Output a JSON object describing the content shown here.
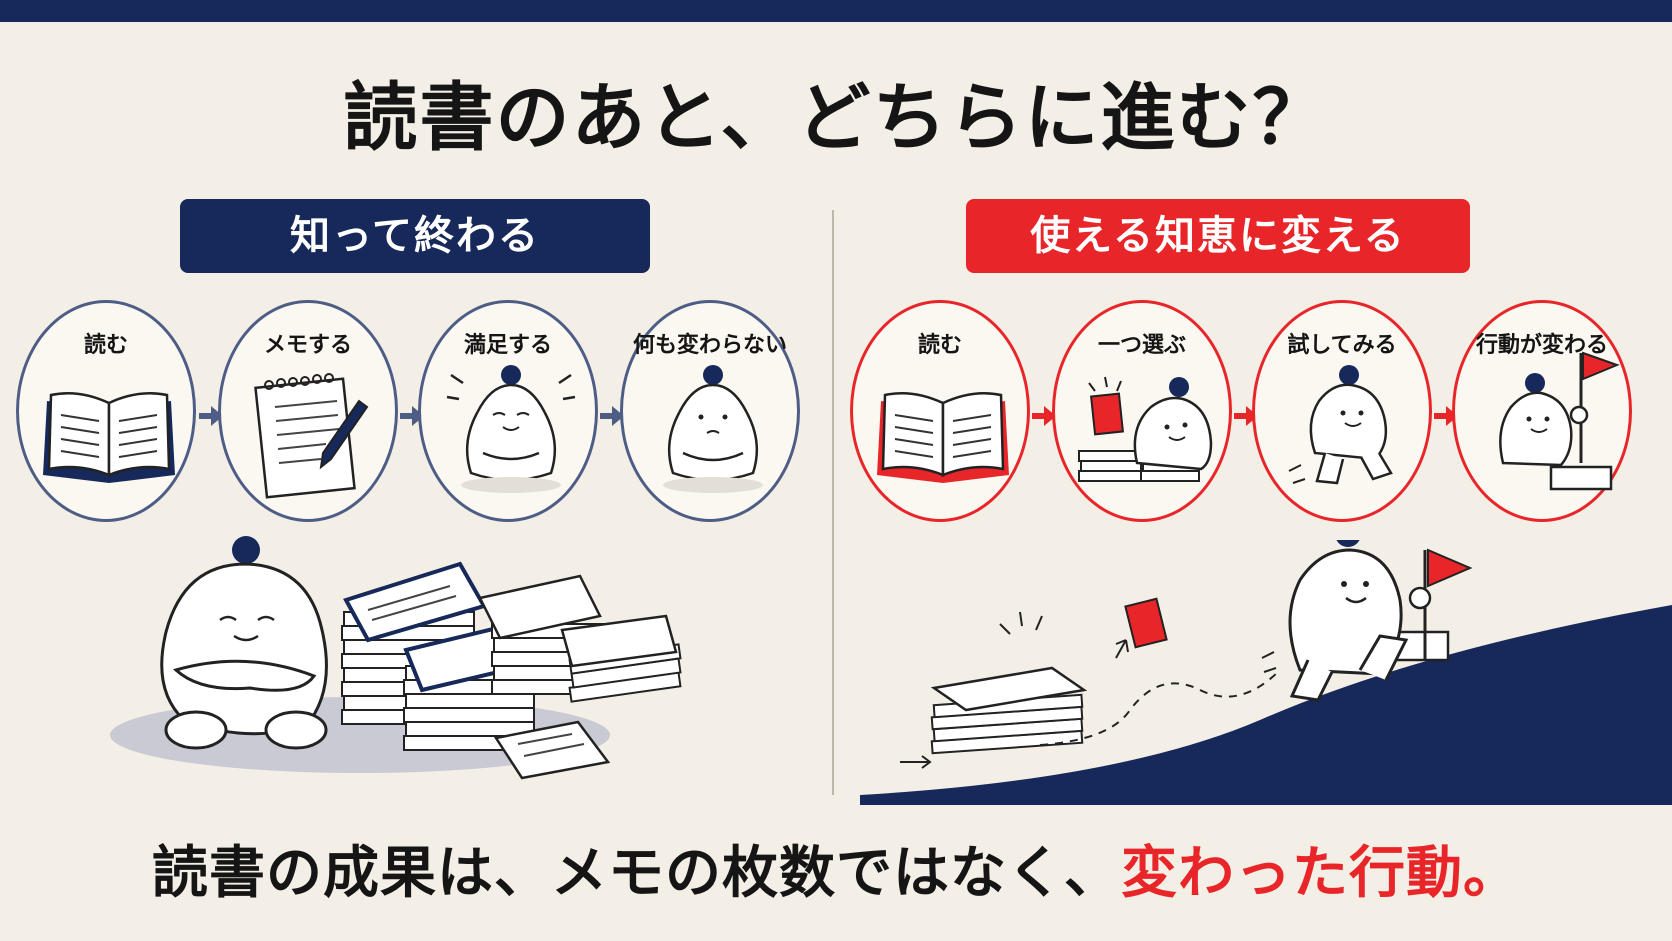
{
  "title": "読書のあと、どちらに進む？",
  "left": {
    "banner": "知って終わる",
    "steps": [
      "読む",
      "メモする",
      "満足する",
      "何も変わらない"
    ]
  },
  "right": {
    "banner": "使える知恵に変える",
    "steps": [
      "読む",
      "一つ選ぶ",
      "試してみる",
      "行動が変わる"
    ]
  },
  "conclusion": {
    "main": "読書の成果は、メモの枚数ではなく、",
    "accent": "変わった行動。"
  },
  "colors": {
    "navy": "#16295a",
    "red": "#e8262a",
    "background": "#f4efe6"
  }
}
